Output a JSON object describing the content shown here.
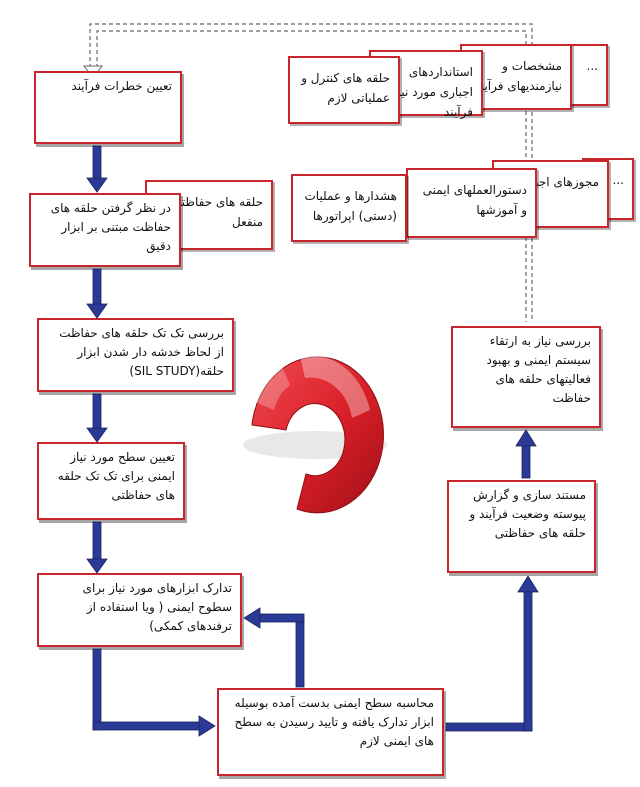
{
  "top_row": {
    "cards": [
      {
        "text": "..."
      },
      {
        "text": "مشخصات و نیازمندیهای فرآیند"
      },
      {
        "text": "استانداردهای اجباری مورد نیاز فرآیند"
      },
      {
        "text": "حلقه های کنترل و عملیاتی لازم"
      }
    ]
  },
  "mid_row": {
    "cards": [
      {
        "text": "..."
      },
      {
        "text": "مجوزهای اجباری"
      },
      {
        "text": "دستورالعملهای ایمنی و آموزشها"
      },
      {
        "text": "هشدارها و عملیات (دستی) اپراتورها"
      },
      {
        "text": "حلقه های حفاظتی منفعل"
      }
    ]
  },
  "steps": {
    "s1": "تعیین خطرات فرآیند",
    "s2": "در نظر گرفتن حلقه های حفاظت مبتنی بر ابزار دقیق",
    "s3": "بررسی تک تک حلقه های حفاظت از لحاظ خدشه دار شدن ابزار حلقه(SIL STUDY)",
    "s4": "تعیین سطح مورد نیاز ایمنی برای تک تک حلقه های حفاظتی",
    "s5": "تدارک ابزارهای مورد نیاز برای سطوح ایمنی ( ویا استفاده از ترفندهای کمکی)",
    "s6": "محاسبه سطح ایمنی بدست آمده بوسیله ابزار تدارک یافته و تایید رسیدن به سطح های ایمنی لازم",
    "s7": "مستند سازی و گزارش پیوسته وضعیت فرآیند و حلقه های حفاظتی",
    "s8": "بررسی نیاز به ارتقاء سیستم ایمنی و بهبود فعالیتهای حلقه های حفاظت"
  },
  "colors": {
    "border": "#c8262c",
    "arrow": "#2b3b95",
    "logo": "#d81e26"
  }
}
